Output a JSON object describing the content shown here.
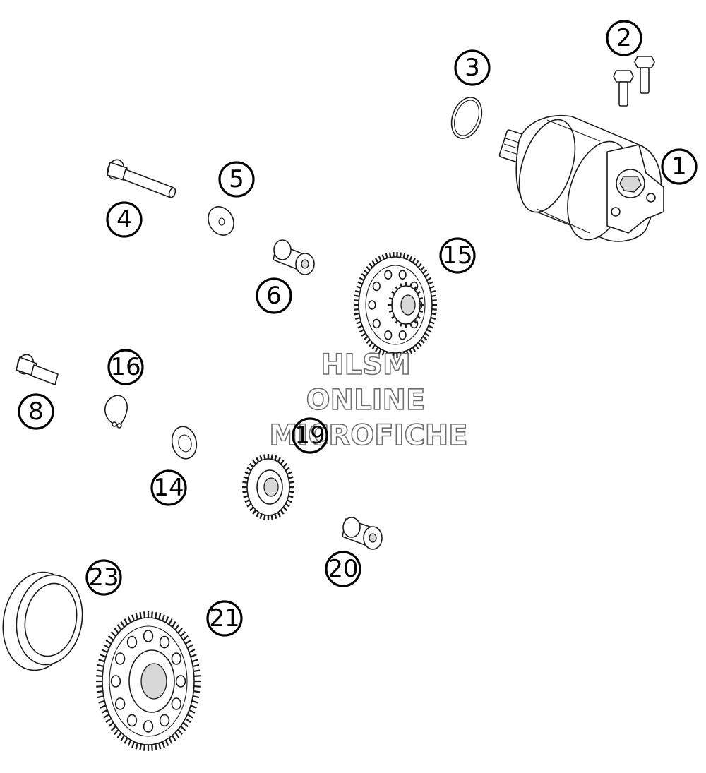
{
  "watermark": {
    "line1": "HLSM",
    "line2": "ONLINE",
    "line3": "MICROFICHE"
  },
  "callouts": [
    {
      "id": "c1",
      "label": "1"
    },
    {
      "id": "c2",
      "label": "2"
    },
    {
      "id": "c3",
      "label": "3"
    },
    {
      "id": "c4",
      "label": "4"
    },
    {
      "id": "c5",
      "label": "5"
    },
    {
      "id": "c6",
      "label": "6"
    },
    {
      "id": "c8",
      "label": "8"
    },
    {
      "id": "c14",
      "label": "14"
    },
    {
      "id": "c15",
      "label": "15"
    },
    {
      "id": "c16",
      "label": "16"
    },
    {
      "id": "c19",
      "label": "19"
    },
    {
      "id": "c20",
      "label": "20"
    },
    {
      "id": "c21",
      "label": "21"
    },
    {
      "id": "c23",
      "label": "23"
    }
  ]
}
